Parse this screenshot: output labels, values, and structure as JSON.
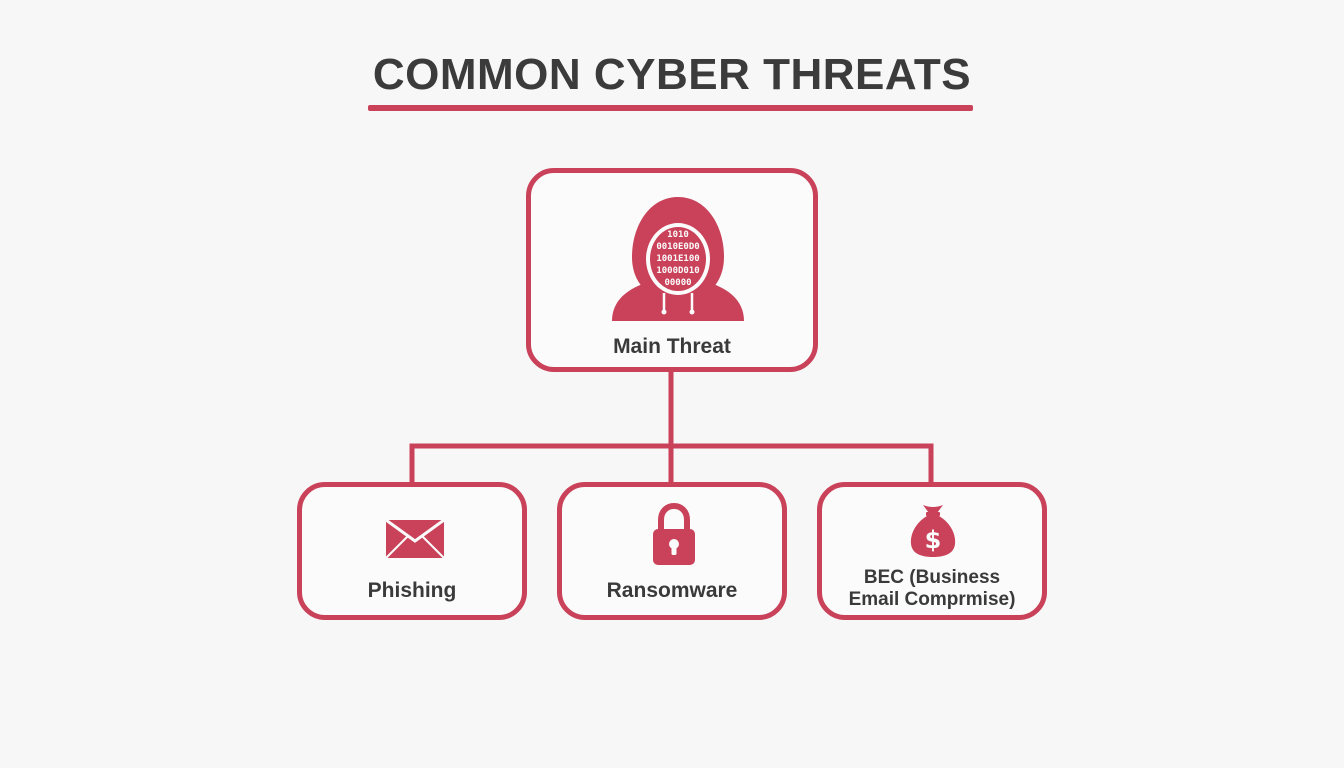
{
  "title": "COMMON CYBER THREATS",
  "colors": {
    "accent": "#c9425a",
    "text": "#3a3a3a",
    "background": "#f7f7f7"
  },
  "root": {
    "label": "Main Threat",
    "icon": "hooded-hacker-icon"
  },
  "children": [
    {
      "label": "Phishing",
      "icon": "envelope-icon"
    },
    {
      "label": "Ransomware",
      "icon": "padlock-icon"
    },
    {
      "label_line1": "BEC (Business",
      "label_line2": "Email Comprmise)",
      "icon": "money-bag-icon"
    }
  ]
}
